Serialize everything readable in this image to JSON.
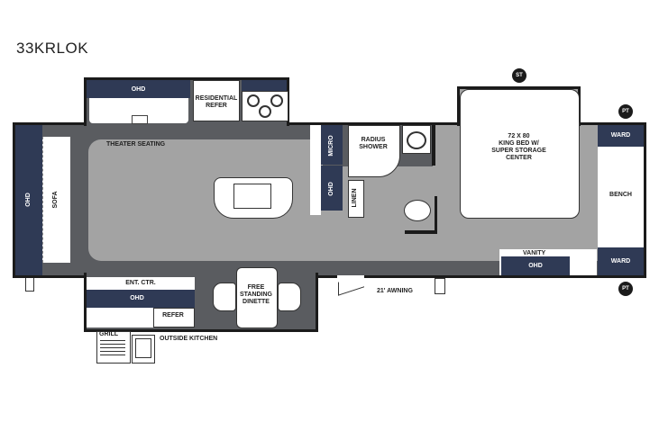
{
  "title": "33KRLOK",
  "labels": {
    "ohd_top": "OHD",
    "residential_refer": "RESIDENTIAL\nREFER",
    "theater_seating": "THEATER SEATING",
    "micro": "MICRO",
    "ohd_mid": "OHD",
    "radius_shower": "RADIUS\nSHOWER",
    "linen": "LINEN",
    "king_bed": "72 X 80\nKING BED W/\nSUPER STORAGE\nCENTER",
    "ward_top": "WARD",
    "bench": "BENCH",
    "ward_bottom": "WARD",
    "vanity": "VANITY",
    "ohd_vanity": "OHD",
    "ohd_sofa": "OHD",
    "sofa": "SOFA",
    "ent_ctr": "ENT. CTR.",
    "ohd_bottom": "OHD",
    "refer": "REFER",
    "free_standing_dinette": "FREE\nSTANDING\nDINETTE",
    "grill": "GRILL",
    "outside_kitchen": "OUTSIDE KITCHEN",
    "awning": "21' AWNING"
  },
  "badges": {
    "st": "ST",
    "pt_top": "PT",
    "pt_bottom": "PT"
  },
  "colors": {
    "navy": "#2f3a55",
    "dark_gray": "#5a5c60",
    "light_gray": "#a3a3a3",
    "wall": "#1b1b1b"
  }
}
